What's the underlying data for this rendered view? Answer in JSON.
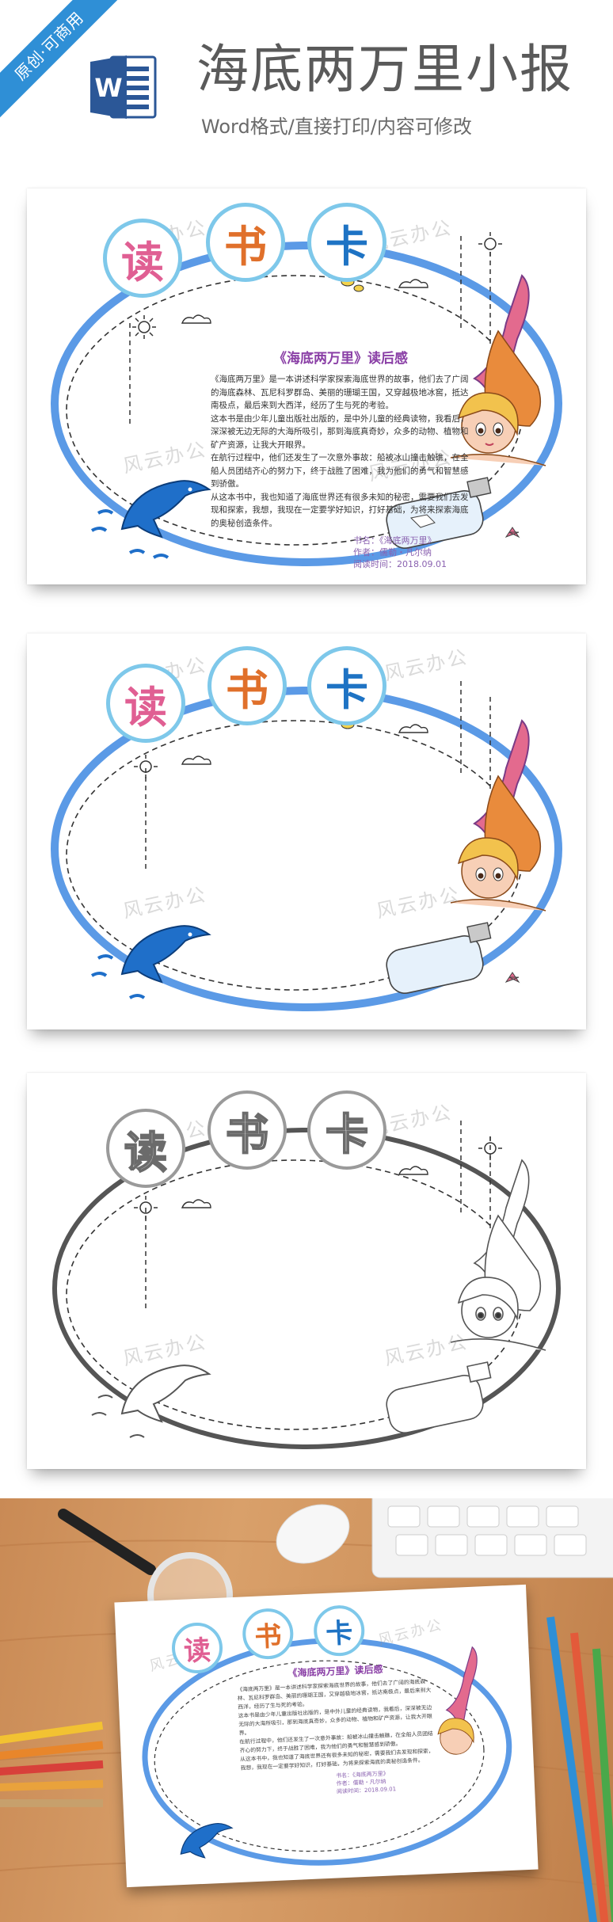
{
  "header": {
    "ribbon": "原创·可商用",
    "word_icon": "word-doc-icon",
    "title": "海底两万里小报",
    "subtitle": "Word格式/直接打印/内容可修改"
  },
  "watermark": "风云办公",
  "badges": [
    "读",
    "书",
    "卡"
  ],
  "card": {
    "heading": "《海底两万里》读后感",
    "paragraphs": [
      "《海底两万里》是一本讲述科学家探索海底世界的故事，他们去了广阔的海底森林、瓦尼科罗群岛、美丽的珊瑚王国，又穿越极地冰窖，抵达南极点，最后来到大西洋，经历了生与死的考验。",
      "这本书是由少年儿童出版社出版的，是中外儿童的经典读物，我看后，深深被无边无际的大海所吸引，那到海底真奇妙，众多的动物、植物和矿产资源，让我大开眼界。",
      "在航行过程中，他们还发生了一次意外事故：船被冰山撞击触礁，在全船人员团结齐心的努力下，终于战胜了困难，我为他们的勇气和智慧感到骄傲。",
      "从这本书中，我也知道了海底世界还有很多未知的秘密，需要我们去发现和探索，我想，我现在一定要学好知识，打好基础，为将来探索海底的奥秘创造条件。"
    ],
    "book": "书名：《海底两万里》",
    "author": "作者：儒勒・凡尔纳",
    "date": "阅读时间：2018.09.01"
  },
  "colors": {
    "ribbon": "#2f8fd6",
    "frame_blue": "#5b9ae6",
    "heading_purple": "#8a3fa6",
    "badge_pink": "#e05f93",
    "badge_orange": "#e0702b",
    "badge_blue": "#1e73c4"
  },
  "icons": [
    "mermaid-illustration",
    "dolphin-illustration",
    "bottle-illustration",
    "sun-icon",
    "cloud-icon",
    "bird-icon"
  ]
}
